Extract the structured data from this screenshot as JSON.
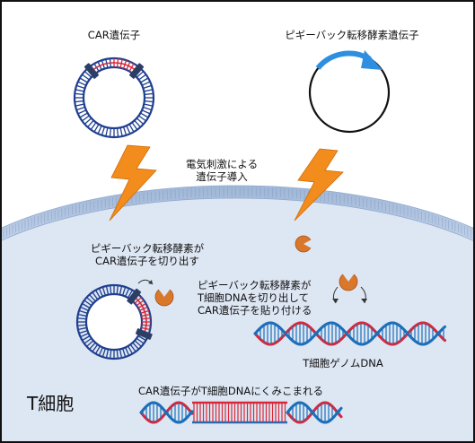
{
  "diagram": {
    "car_plasmid_label": "CAR遺伝子",
    "piggyback_plasmid_label": "ピギーバック転移酵素遺伝子",
    "electroporation_label": [
      "電気刺激による",
      "遺伝子導入"
    ],
    "excise_label": [
      "ピギーバック転移酵素が",
      "CAR遺伝子を切り出す"
    ],
    "insert_label": [
      "ピギーバック転移酵素が",
      "T細胞DNAを切り出して",
      "CAR遺伝子を貼り付ける"
    ],
    "genome_label": "T細胞ゲノムDNA",
    "integrated_label": "CAR遺伝子がT細胞DNAにくみこまれる",
    "cell_label": "T細胞"
  },
  "colors": {
    "plasmid_blue": "#1f3f8f",
    "car_red": "#d8283a",
    "piggyback_arrow": "#2e8fe0",
    "lightning": "#f28c1c",
    "enzyme": "#d9772b",
    "cell_fill": "#dde6f3",
    "membrane": "#a9bfdc",
    "dna_blue": "#1c6fb8"
  }
}
